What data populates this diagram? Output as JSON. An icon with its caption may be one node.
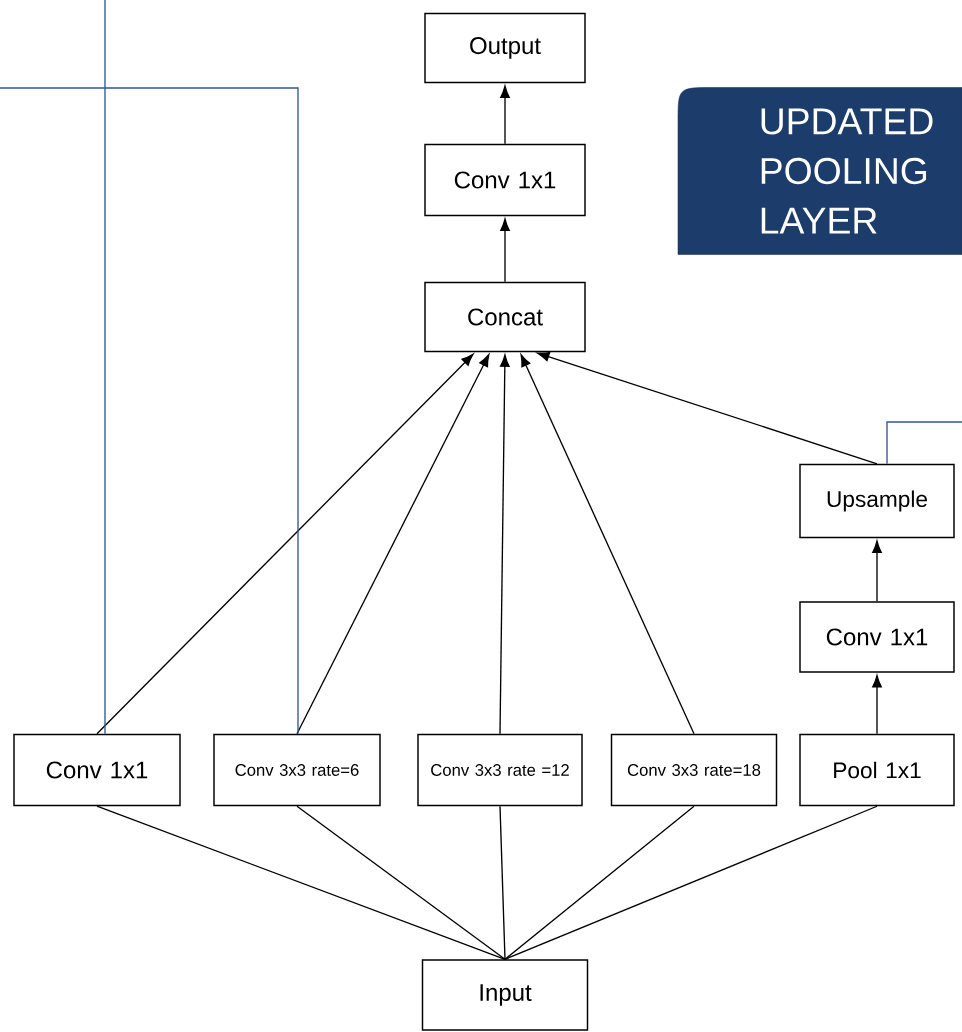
{
  "diagram": {
    "nodes": [
      {
        "text": [
          "Output"
        ]
      },
      {
        "text": [
          "Conv 1x1"
        ]
      },
      {
        "text": [
          "Concat"
        ]
      },
      {
        "text": [
          "UPDATED POOLING LAYER"
        ]
      },
      {
        "text": [
          "Upsample"
        ]
      },
      {
        "text": [
          "Conv 1x1"
        ]
      },
      {
        "text": [
          "Conv 1x1"
        ]
      },
      {
        "text": [
          "Conv 3x3 rate=6"
        ]
      },
      {
        "text": [
          "Conv 3x3 rate =12"
        ]
      },
      {
        "text": [
          "Conv 3x3 rate=18"
        ]
      },
      {
        "text": [
          "Pool 1x1"
        ]
      },
      {
        "text": [
          "Input"
        ]
      }
    ],
    "edges": [
      {
        "from": 1,
        "to": 0,
        "arrow": "to"
      },
      {
        "from": 2,
        "to": 1,
        "arrow": "to"
      },
      {
        "from": 6,
        "to": 2,
        "arrow": "to"
      },
      {
        "from": 7,
        "to": 2,
        "arrow": "to"
      },
      {
        "from": 8,
        "to": 2,
        "arrow": "to"
      },
      {
        "from": 9,
        "to": 2,
        "arrow": "to"
      },
      {
        "from": 4,
        "to": 2,
        "arrow": "to"
      },
      {
        "from": 5,
        "to": 4,
        "arrow": "to"
      },
      {
        "from": 10,
        "to": 5,
        "arrow": "to"
      },
      {
        "from": 11,
        "to": 6,
        "arrow": "none"
      },
      {
        "from": 11,
        "to": 7,
        "arrow": "none"
      },
      {
        "from": 11,
        "to": 8,
        "arrow": "none"
      },
      {
        "from": 11,
        "to": 9,
        "arrow": "none"
      },
      {
        "from": 11,
        "to": 10,
        "arrow": "none"
      },
      {
        "from": 6,
        "to": null,
        "arrow": "none",
        "color": "#2e5597"
      },
      {
        "from": 7,
        "to": null,
        "arrow": "none",
        "color": "#2e5597"
      },
      {
        "from": 4,
        "to": null,
        "arrow": "none",
        "color": "#2e5597"
      }
    ]
  }
}
